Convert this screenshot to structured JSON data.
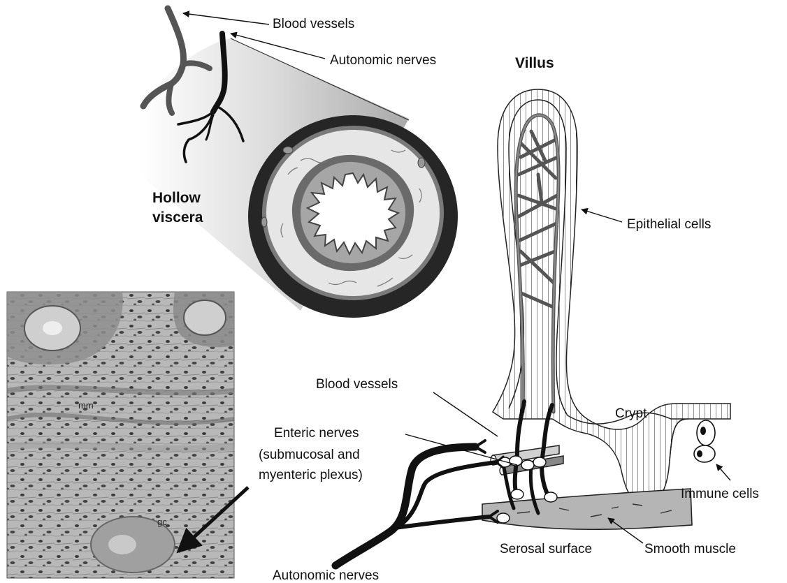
{
  "labels": {
    "blood_vessels_top": "Blood vessels",
    "autonomic_nerves_top": "Autonomic nerves",
    "villus": "Villus",
    "hollow_line1": "Hollow",
    "hollow_line2": "viscera",
    "epithelial_cells": "Epithelial cells",
    "blood_vessels_mid": "Blood vessels",
    "crypt": "Crypt",
    "enteric_line1": "Enteric nerves",
    "enteric_line2": "(submucosal and",
    "enteric_line3": "myenteric plexus)",
    "immune_cells": "Immune cells",
    "serosal_surface": "Serosal surface",
    "smooth_muscle": "Smooth muscle",
    "autonomic_nerves_bottom": "Autonomic nerves"
  },
  "micrograph": {
    "label_mm": "mm",
    "label_gc": "gc"
  }
}
